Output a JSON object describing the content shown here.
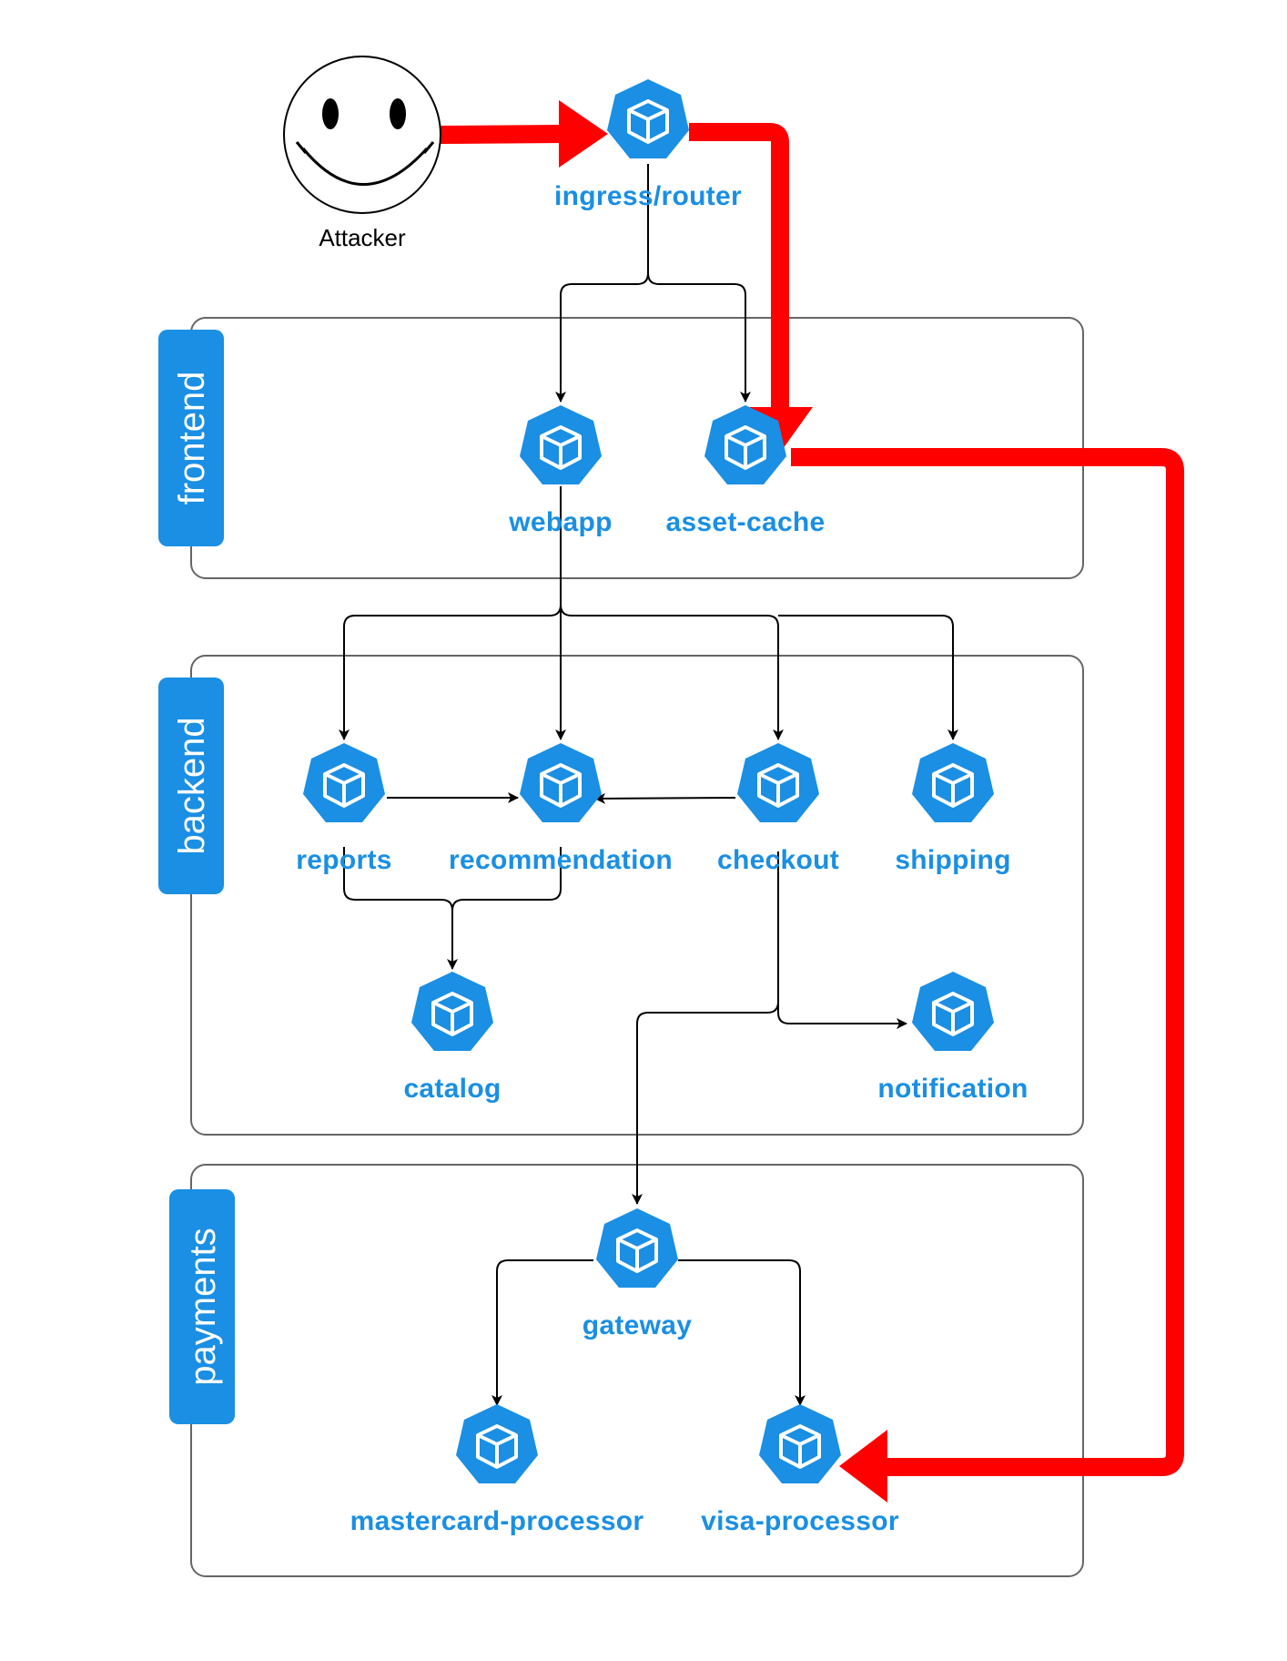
{
  "colors": {
    "node": "#1a8fe3",
    "attack": "#ff0000",
    "edge": "#000000",
    "group_border": "#666666"
  },
  "attacker": {
    "label": "Attacker",
    "icon": "smiley-face-icon"
  },
  "groups": {
    "frontend": "frontend",
    "backend": "backend",
    "payments": "payments"
  },
  "nodes": {
    "ingress": "ingress/router",
    "webapp": "webapp",
    "asset_cache": "asset-cache",
    "reports": "reports",
    "recommendation": "recommendation",
    "checkout": "checkout",
    "shipping": "shipping",
    "catalog": "catalog",
    "notification": "notification",
    "gateway": "gateway",
    "mastercard": "mastercard-processor",
    "visa": "visa-processor"
  }
}
